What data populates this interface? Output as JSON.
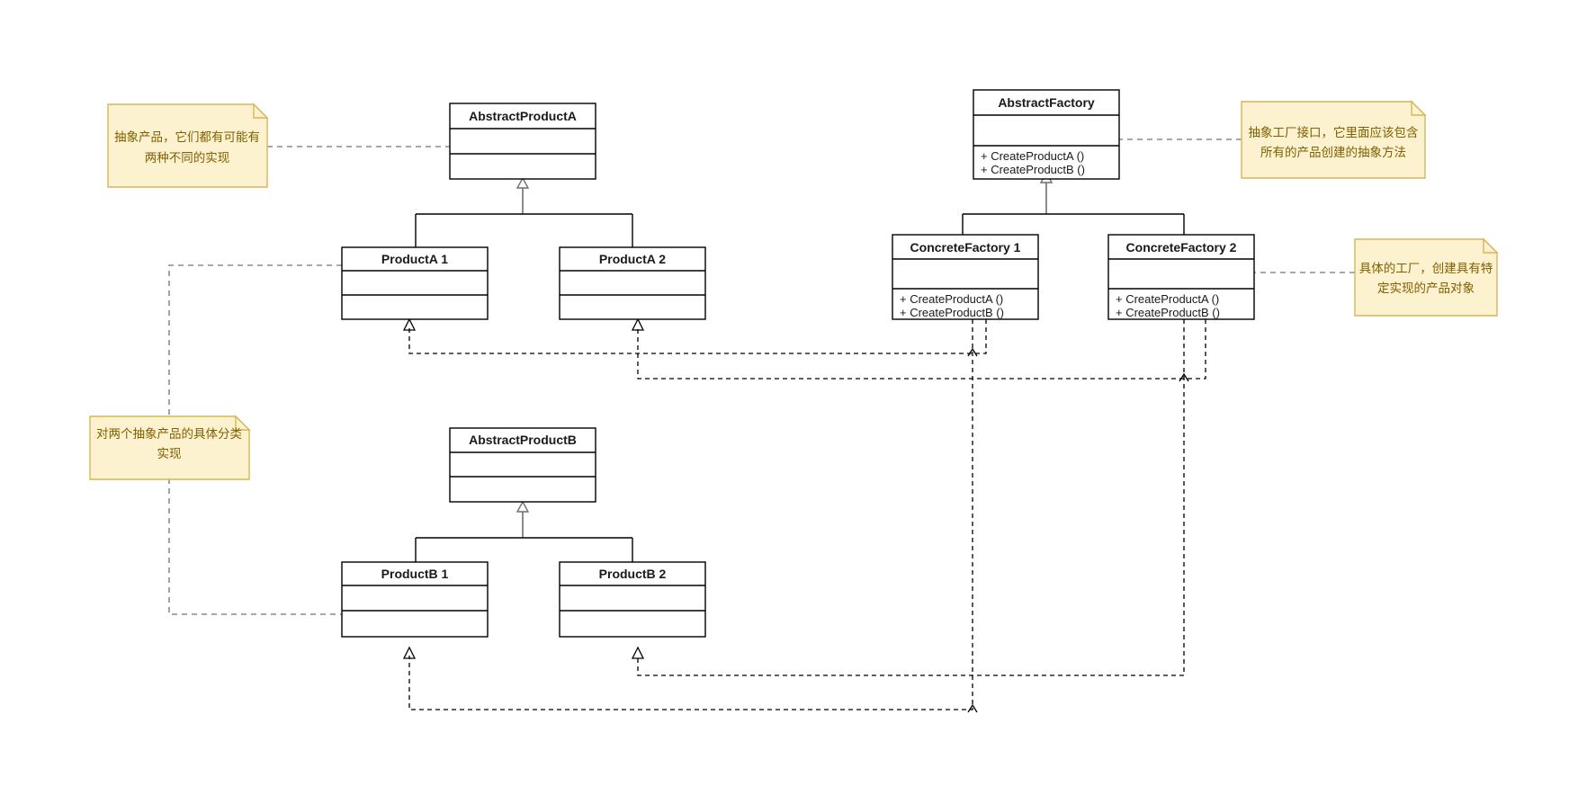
{
  "diagram": {
    "title": "Abstract Factory Pattern UML Class Diagram",
    "type": "uml-class-diagram",
    "colors": {
      "note_fill": "#fdf2d0",
      "note_border": "#d6b656",
      "note_text": "#7f6000",
      "class_fill": "#ffffff",
      "class_border": "#000000",
      "generalization_line": "#6f6f6f",
      "dependency_line": "#000000"
    }
  },
  "classes": {
    "abstract_product_a": {
      "name": "AbstractProductA",
      "members": []
    },
    "product_a1": {
      "name": "ProductA 1",
      "members": []
    },
    "product_a2": {
      "name": "ProductA 2",
      "members": []
    },
    "abstract_product_b": {
      "name": "AbstractProductB",
      "members": []
    },
    "product_b1": {
      "name": "ProductB 1",
      "members": []
    },
    "product_b2": {
      "name": "ProductB 2",
      "members": []
    },
    "abstract_factory": {
      "name": "AbstractFactory",
      "members": [
        "+ CreateProductA ()",
        "+ CreateProductB ()"
      ]
    },
    "concrete_factory_1": {
      "name": "ConcreteFactory 1",
      "members": [
        "+ CreateProductA ()",
        "+ CreateProductB ()"
      ]
    },
    "concrete_factory_2": {
      "name": "ConcreteFactory 2",
      "members": [
        "+ CreateProductA ()",
        "+ CreateProductB ()"
      ]
    }
  },
  "notes": {
    "abstract_products": {
      "line1": "抽象产品，它们都有可能有",
      "line2": "两种不同的实现"
    },
    "abstract_factory": {
      "line1": "抽象工厂接口，它里面应该包含",
      "line2": "所有的产品创建的抽象方法"
    },
    "concrete_factory": {
      "line1": "具体的工厂，创建具有特",
      "line2": "定实现的产品对象"
    },
    "concrete_products": {
      "line1": "对两个抽象产品的具体分类",
      "line2": "实现"
    }
  }
}
